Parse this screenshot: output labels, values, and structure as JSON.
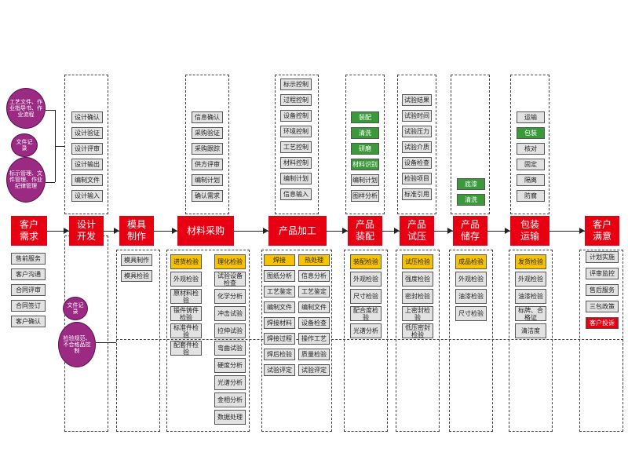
{
  "stages": [
    {
      "id": "customer-needs",
      "label": "客户\n需求"
    },
    {
      "id": "design-dev",
      "label": "设计\n开发"
    },
    {
      "id": "mold-making",
      "label": "模具\n制作"
    },
    {
      "id": "material-purchase",
      "label": "材料采购"
    },
    {
      "id": "product-processing",
      "label": "产品加工"
    },
    {
      "id": "product-assembly",
      "label": "产品\n装配"
    },
    {
      "id": "product-trial",
      "label": "产品\n试压"
    },
    {
      "id": "product-storage",
      "label": "产品\n储存"
    },
    {
      "id": "packaging",
      "label": "包装\n运输"
    },
    {
      "id": "customer-satisfaction",
      "label": "客户\n满意"
    }
  ],
  "side_ovals": {
    "top": [
      "工艺文件、作业指导书、作业流程",
      "文件记录",
      "标示管理、文件管理、作业纪律管理"
    ],
    "bottom": [
      "文件记录",
      "检验规范、不合格品控制"
    ]
  },
  "upper_groups": {
    "design": [
      "设计确认",
      "设计验证",
      "设计评审",
      "设计输出",
      "编制文件",
      "设计输入"
    ],
    "purchase": [
      "信息确认",
      "采购验证",
      "采购跟踪",
      "供方评审",
      "编制计划",
      "确认需求"
    ],
    "processing": [
      "标示控制",
      "过程控制",
      "设备控制",
      "环境控制",
      "工艺控制",
      "材料控制",
      "编制计划",
      "信息输入"
    ],
    "assembly": [
      {
        "t": "装配",
        "c": "g"
      },
      {
        "t": "清洗",
        "c": "g"
      },
      {
        "t": "研磨",
        "c": "g"
      },
      {
        "t": "材料识别",
        "c": "g"
      },
      {
        "t": "编制计划",
        "c": ""
      },
      {
        "t": "图样分析",
        "c": ""
      }
    ],
    "trial": [
      "试验结果",
      "试验时间",
      "试验压力",
      "试验介质",
      "设备检查",
      "检验项目",
      "标准引用"
    ],
    "storage": [
      {
        "t": "底漆",
        "c": "g"
      },
      {
        "t": "清洗",
        "c": "g"
      }
    ],
    "packaging": [
      {
        "t": "运输",
        "c": ""
      },
      {
        "t": "包装",
        "c": "g"
      },
      {
        "t": "核对",
        "c": ""
      },
      {
        "t": "固定",
        "c": ""
      },
      {
        "t": "隔离",
        "c": ""
      },
      {
        "t": "防腐",
        "c": ""
      }
    ]
  },
  "lower_groups": {
    "customer": [
      "售前服务",
      "客户沟通",
      "合同评审",
      "合同签订",
      "客户确认"
    ],
    "mold": [
      "模具制作",
      "模具检验"
    ],
    "purchase_a": [
      {
        "t": "进货检验",
        "c": "y"
      },
      {
        "t": "外观检验",
        "c": ""
      },
      {
        "t": "原材料检验",
        "c": ""
      },
      {
        "t": "锻件铸件检验",
        "c": ""
      },
      {
        "t": "标准件检验",
        "c": ""
      },
      {
        "t": "配套件检验",
        "c": ""
      }
    ],
    "purchase_b": [
      {
        "t": "理化检验",
        "c": "y"
      },
      {
        "t": "试验设备检查",
        "c": ""
      },
      {
        "t": "化学分析",
        "c": ""
      },
      {
        "t": "冲击试验",
        "c": ""
      },
      {
        "t": "拉伸试验",
        "c": ""
      },
      {
        "t": "弯曲试验",
        "c": ""
      },
      {
        "t": "硬度分析",
        "c": ""
      },
      {
        "t": "光谱分析",
        "c": ""
      },
      {
        "t": "金相分析",
        "c": ""
      },
      {
        "t": "数据处理",
        "c": ""
      }
    ],
    "processing_a": [
      {
        "t": "焊接",
        "c": "y"
      },
      {
        "t": "图纸分析",
        "c": ""
      },
      {
        "t": "工艺鉴定",
        "c": ""
      },
      {
        "t": "编制文件",
        "c": ""
      },
      {
        "t": "焊接材料",
        "c": ""
      },
      {
        "t": "焊接过程",
        "c": ""
      },
      {
        "t": "焊后检验",
        "c": ""
      },
      {
        "t": "试验评定",
        "c": ""
      }
    ],
    "processing_b": [
      {
        "t": "热处理",
        "c": "y"
      },
      {
        "t": "信息分析",
        "c": ""
      },
      {
        "t": "工艺鉴定",
        "c": ""
      },
      {
        "t": "编制文件",
        "c": ""
      },
      {
        "t": "设备检查",
        "c": ""
      },
      {
        "t": "操作工艺",
        "c": ""
      },
      {
        "t": "质量检验",
        "c": ""
      },
      {
        "t": "试验评定",
        "c": ""
      }
    ],
    "assembly": [
      {
        "t": "装配检验",
        "c": "y"
      },
      {
        "t": "外观检验",
        "c": ""
      },
      {
        "t": "尺寸检验",
        "c": ""
      },
      {
        "t": "配合度检验",
        "c": ""
      },
      {
        "t": "光谱分析",
        "c": ""
      }
    ],
    "trial": [
      {
        "t": "试压检验",
        "c": "y"
      },
      {
        "t": "强度检验",
        "c": ""
      },
      {
        "t": "密封检验",
        "c": ""
      },
      {
        "t": "上密封检验",
        "c": ""
      },
      {
        "t": "低压密封检验",
        "c": ""
      }
    ],
    "storage": [
      {
        "t": "成品检验",
        "c": "y"
      },
      {
        "t": "外观检验",
        "c": ""
      },
      {
        "t": "油漆检验",
        "c": ""
      },
      {
        "t": "尺寸检验",
        "c": ""
      }
    ],
    "packaging": [
      {
        "t": "发货检验",
        "c": "y"
      },
      {
        "t": "外观检验",
        "c": ""
      },
      {
        "t": "油漆检验",
        "c": ""
      },
      {
        "t": "标牌、合格证",
        "c": ""
      },
      {
        "t": "清洁度",
        "c": ""
      }
    ],
    "satisfaction": [
      {
        "t": "计划实施",
        "c": ""
      },
      {
        "t": "评审监控",
        "c": ""
      },
      {
        "t": "售后服务",
        "c": ""
      },
      {
        "t": "三包政策",
        "c": ""
      },
      {
        "t": "客户投诉",
        "c": "r"
      }
    ]
  },
  "colors": {
    "stage": "#e60012",
    "green": "#3a9a3a",
    "yellow": "#f7c200",
    "oval": "#9a2a82"
  }
}
